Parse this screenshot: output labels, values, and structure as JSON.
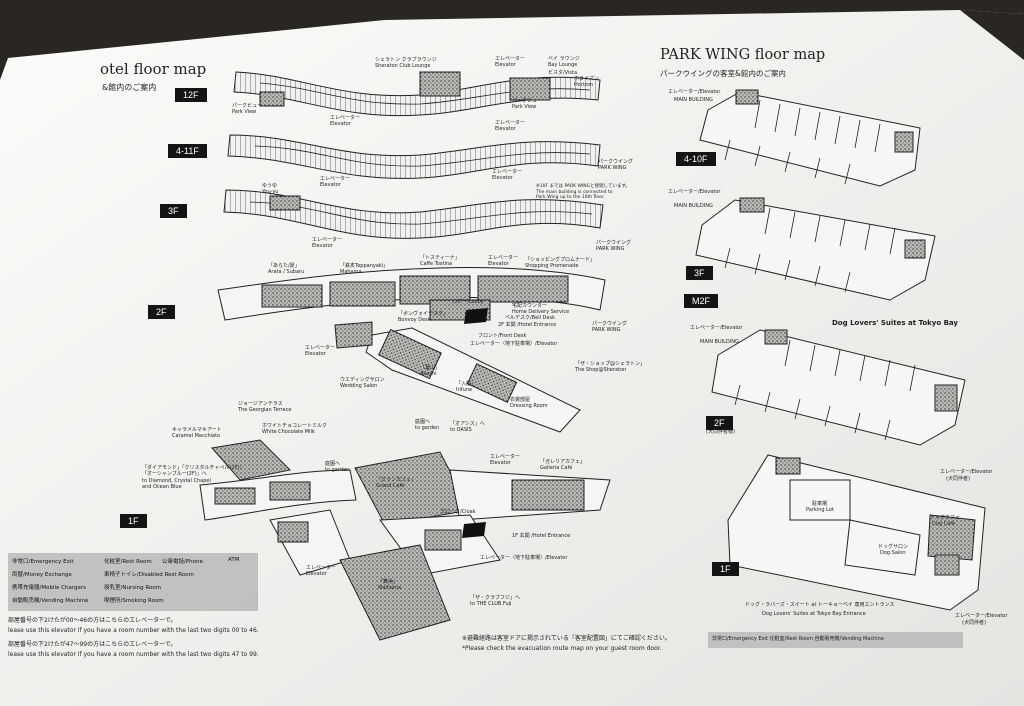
{
  "main_map": {
    "title": "otel floor map",
    "subtitle": "&館内のご案内",
    "floors": [
      "12F",
      "4-11F",
      "3F",
      "2F",
      "1F"
    ],
    "labels_12f": [
      "シェラトン クラブラウンジ",
      "Sheraton Club Lounge",
      "エレベーター",
      "Elevator",
      "ベイ ラウンジ",
      "Bay Lounge",
      "ビスタ/Vista",
      "ホライズン",
      "Horizon",
      "パークビュー",
      "Park View",
      "パークビュー",
      "Park View",
      "エレベーター",
      "Elevator"
    ],
    "labels_411f": [
      "エレベーター",
      "Elevator",
      "エレベーター",
      "Elevator",
      "パークウイング",
      "PARK WING"
    ],
    "labels_3f": [
      "ゆうゆ",
      "You-yu",
      "エレベーター",
      "Elevator",
      "エレベーター",
      "Elevator",
      "パークウイング",
      "PARK WING",
      "※10F までは PARK WINGと接続しています。",
      "The main building is connected to Park Wing up to the 10th floor."
    ],
    "labels_2f": [
      "「あらた/昴」",
      "Arata / Subaru",
      "「鉄炙Teppanyaki」",
      "Mahama",
      "「トスティーナ」",
      "Caffe Tostina",
      "エレベーター",
      "Elevator",
      "「ショッピングプロムナード」",
      "Shopping Promenade",
      "ロビー/Lobby",
      "宅配カウンター",
      "Home Delivery Service",
      "「ボンヴォイデスク」",
      "Bonvoy Desk",
      "ベルデスク/Bell Desk",
      "2F 玄関 /Hotel Entrance",
      "フロント/Front Desk",
      "エレベーター（地下駐車場）/Elevator",
      "パークウイング",
      "PARK WING",
      "「ザ・ショップ@シェラトン」",
      "The Shop@Sheraton",
      "エレベーター",
      "Elevator",
      "ウエディングサロン",
      "Wedding Salon",
      "「入船」",
      "Irifune",
      "「葉山」",
      "Akashi",
      "衣裳部屋",
      "Dressing Room"
    ],
    "labels_1f": [
      "ジョージアンテラス",
      "The Georgian Terrace",
      "キャラメルマキアート",
      "Caramel Macchiato",
      "ホワイトチョコレートミルク",
      "White Chocolate Milk",
      "「ダイアモンド」「クリスタルチャペル(2F)」",
      "「オーシャンブルー(2F)」へ",
      "to Diamond, Crystal Chapel",
      "and Ocean Blue",
      "庭園へ",
      "to garden",
      "庭園へ",
      "to garden",
      "「オアシス」へ",
      "to OASIS",
      "エレベーター",
      "Elevator",
      "「ガレリアカフェ」",
      "Galleria Café",
      "「グランカフェ」",
      "Grand Café",
      "クローク/Cloak",
      "1F 玄関 /Hotel Entrance",
      "エレベーター（地下駐車場）/Elevator",
      "「舞浜」",
      "Maihama",
      "「ザ・クラブフジ」へ",
      "to THE CLUB Fuji",
      "エレベーター",
      "Elevator"
    ],
    "legend": [
      "非常口/Emergency Exit",
      "化粧室/Rest Room",
      "公衆電話/Phone",
      "ATM",
      "両替/Money Exchange",
      "車椅子トイレ/Disabled Rest Room",
      "携帯充電器/Mobile Chargers",
      "授乳室/Nursing Room",
      "喫煙所/Smoking Room",
      "自動販売機/Vending Machine"
    ],
    "elevator_note_1": "部屋番号の下2けたが00〜46の方はこちらのエレベーターで。",
    "elevator_note_1_en": "lease use this elevator if you have a room number with the last two digits 00 to 46.",
    "elevator_note_2": "部屋番号の下2けたが47〜99の方はこちらのエレベーターで。",
    "elevator_note_2_en": "lease use this elevator if you have a room number with the last two digits 47 to 99.",
    "evac_note": "※避難経路は客室ドアに掲示されている「客室配置図」にてご確認ください。",
    "evac_note_en": "*Please check the evacuation route map on your guest room door."
  },
  "park_wing": {
    "title": "PARK WING floor map",
    "subtitle": "パークウイングの客室&館内のご案内",
    "floors": [
      "4-10F",
      "3F",
      "M2F",
      "2F",
      "1F"
    ],
    "floor_2f_note": "(犬同伴者様)",
    "dog_lovers": "Dog Lovers' Suites at Tokyo Bay",
    "labels": [
      "エレベーター/Elevator",
      "MAIN BUILDING",
      "エレベーター/Elevator",
      "MAIN BUILDING",
      "エレベーター/Elevator",
      "MAIN BUILDING",
      "エレベーター/Elevator",
      "(犬同伴者)",
      "駐車場",
      "Parking Lot",
      "ドッグカフェ",
      "Dog Café",
      "ドッグサロン",
      "Dog Salon",
      "ドッグ・ラバーズ・スイート at トーキョーベイ 専用エントランス",
      "Dog Lovers' Suites at Tokyo Bay Entrance",
      "エレベーター/Elevator",
      "(犬同伴者)"
    ],
    "bottom_legend": "非常口/Emergency Exit 化粧室/Rest Room 自動販売機/Vending Machine"
  }
}
